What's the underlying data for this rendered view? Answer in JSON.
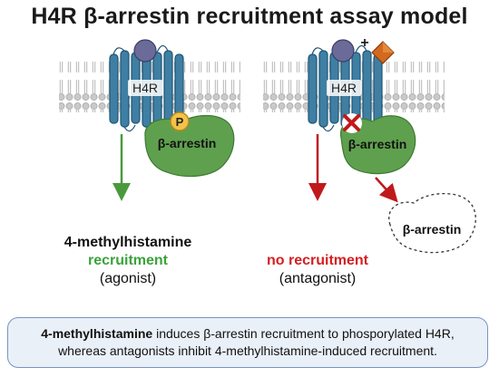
{
  "title": "H4R β-arrestin recruitment assay model",
  "left_panel": {
    "receptor_label": "H4R",
    "phospho_label": "P",
    "arrestin_label": "β-arrestin",
    "ligand_name": "4-methylhistamine",
    "outcome": "recruitment",
    "role": "(agonist)",
    "outcome_color": "#3aa33a"
  },
  "right_panel": {
    "receptor_label": "H4R",
    "plus_sign": "+",
    "arrestin_label": "β-arrestin",
    "free_arrestin_label": "β-arrestin",
    "outcome": "no recruitment",
    "role": "(antagonist)",
    "outcome_color": "#d42020"
  },
  "caption": {
    "bold_part": "4-methylhistamine",
    "line1_rest": " induces β-arrestin recruitment to phosporylated H4R,",
    "line2": "whereas antagonists inhibit 4-methylhistamine-induced recruitment."
  }
}
